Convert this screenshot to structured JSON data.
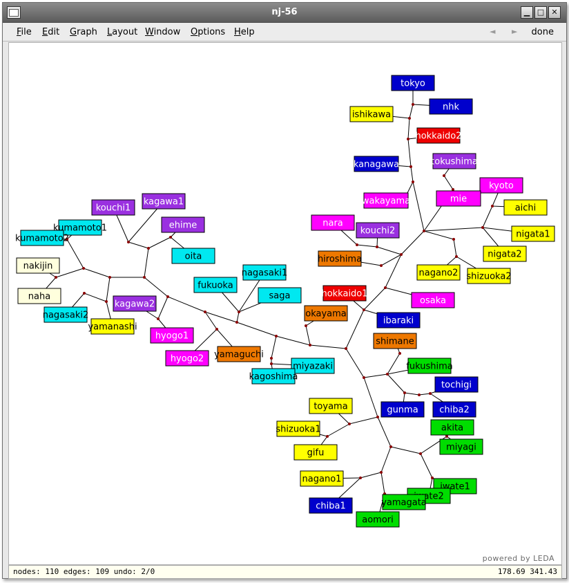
{
  "window": {
    "title": "nj-56"
  },
  "menu": [
    {
      "label": "File",
      "u": "F",
      "rest": "ile"
    },
    {
      "label": "Edit",
      "u": "E",
      "rest": "dit"
    },
    {
      "label": "Graph",
      "u": "G",
      "rest": "raph"
    },
    {
      "label": "Layout",
      "u": "L",
      "rest": "ayout"
    },
    {
      "label": "Window",
      "u": "W",
      "rest": "indow"
    },
    {
      "label": "Options",
      "u": "O",
      "rest": "ptions"
    },
    {
      "label": "Help",
      "u": "H",
      "rest": "elp"
    }
  ],
  "nav": {
    "prev": "◄",
    "next": "►",
    "done": "done"
  },
  "colors": {
    "blue": "#0000cc",
    "cyan": "#00e8f0",
    "yellow": "#ffff00",
    "red": "#ee0000",
    "purple": "#9a30e0",
    "magenta": "#ff00ff",
    "orange": "#ee7800",
    "green": "#00dd00",
    "cream": "#ffffdd"
  },
  "nodes": [
    {
      "label": "tokyo",
      "color": "blue",
      "text": "#ffffff"
    },
    {
      "label": "nhk",
      "color": "blue",
      "text": "#ffffff"
    },
    {
      "label": "ishikawa",
      "color": "yellow",
      "text": "#000000"
    },
    {
      "label": "hokkaido2",
      "color": "red",
      "text": "#ffffff"
    },
    {
      "label": "kanagawa",
      "color": "blue",
      "text": "#ffffff"
    },
    {
      "label": "tokushima",
      "color": "purple",
      "text": "#ffffff"
    },
    {
      "label": "kyoto",
      "color": "magenta",
      "text": "#ffffff"
    },
    {
      "label": "wakayama",
      "color": "magenta",
      "text": "#ffffff"
    },
    {
      "label": "mie",
      "color": "magenta",
      "text": "#ffffff"
    },
    {
      "label": "aichi",
      "color": "yellow",
      "text": "#000000"
    },
    {
      "label": "nara",
      "color": "magenta",
      "text": "#ffffff"
    },
    {
      "label": "kouchi2",
      "color": "purple",
      "text": "#ffffff"
    },
    {
      "label": "nigata1",
      "color": "yellow",
      "text": "#000000"
    },
    {
      "label": "nigata2",
      "color": "yellow",
      "text": "#000000"
    },
    {
      "label": "hiroshima",
      "color": "orange",
      "text": "#000000"
    },
    {
      "label": "nagano2",
      "color": "yellow",
      "text": "#000000"
    },
    {
      "label": "shizuoka2",
      "color": "yellow",
      "text": "#000000"
    },
    {
      "label": "hokkaido1",
      "color": "red",
      "text": "#ffffff"
    },
    {
      "label": "osaka",
      "color": "magenta",
      "text": "#ffffff"
    },
    {
      "label": "ibaraki",
      "color": "blue",
      "text": "#ffffff"
    },
    {
      "label": "okayama",
      "color": "orange",
      "text": "#000000"
    },
    {
      "label": "shimane",
      "color": "orange",
      "text": "#000000"
    },
    {
      "label": "fukushima",
      "color": "green",
      "text": "#000000"
    },
    {
      "label": "tochigi",
      "color": "blue",
      "text": "#ffffff"
    },
    {
      "label": "gunma",
      "color": "blue",
      "text": "#ffffff"
    },
    {
      "label": "chiba2",
      "color": "blue",
      "text": "#ffffff"
    },
    {
      "label": "akita",
      "color": "green",
      "text": "#000000"
    },
    {
      "label": "miyagi",
      "color": "green",
      "text": "#000000"
    },
    {
      "label": "toyama",
      "color": "yellow",
      "text": "#000000"
    },
    {
      "label": "shizuoka1",
      "color": "yellow",
      "text": "#000000"
    },
    {
      "label": "gifu",
      "color": "yellow",
      "text": "#000000"
    },
    {
      "label": "nagano1",
      "color": "yellow",
      "text": "#000000"
    },
    {
      "label": "iwate1",
      "color": "green",
      "text": "#000000"
    },
    {
      "label": "iwate2",
      "color": "green",
      "text": "#000000"
    },
    {
      "label": "yamagata",
      "color": "green",
      "text": "#000000"
    },
    {
      "label": "chiba1",
      "color": "blue",
      "text": "#ffffff"
    },
    {
      "label": "aomori",
      "color": "green",
      "text": "#000000"
    },
    {
      "label": "kouchi1",
      "color": "purple",
      "text": "#ffffff"
    },
    {
      "label": "kagawa1",
      "color": "purple",
      "text": "#ffffff"
    },
    {
      "label": "ehime",
      "color": "purple",
      "text": "#ffffff"
    },
    {
      "label": "kumamoto1",
      "color": "cyan",
      "text": "#000000"
    },
    {
      "label": "kumamoto2",
      "color": "cyan",
      "text": "#000000"
    },
    {
      "label": "oita",
      "color": "cyan",
      "text": "#000000"
    },
    {
      "label": "nakijin",
      "color": "cream",
      "text": "#000000"
    },
    {
      "label": "naha",
      "color": "cream",
      "text": "#000000"
    },
    {
      "label": "nagasaki1",
      "color": "cyan",
      "text": "#000000"
    },
    {
      "label": "fukuoka",
      "color": "cyan",
      "text": "#000000"
    },
    {
      "label": "saga",
      "color": "cyan",
      "text": "#000000"
    },
    {
      "label": "kagawa2",
      "color": "purple",
      "text": "#ffffff"
    },
    {
      "label": "nagasaki2",
      "color": "cyan",
      "text": "#000000"
    },
    {
      "label": "yamanashi",
      "color": "yellow",
      "text": "#000000"
    },
    {
      "label": "hyogo1",
      "color": "magenta",
      "text": "#ffffff"
    },
    {
      "label": "hyogo2",
      "color": "magenta",
      "text": "#ffffff"
    },
    {
      "label": "yamaguchi",
      "color": "orange",
      "text": "#000000"
    },
    {
      "label": "miyazaki",
      "color": "cyan",
      "text": "#000000"
    },
    {
      "label": "kagoshima",
      "color": "cyan",
      "text": "#000000"
    }
  ],
  "footer": {
    "powered": "powered by LEDA"
  },
  "status": {
    "left": "nodes: 110 edges: 109 undo: 2/0",
    "right": "178.69  341.43"
  }
}
